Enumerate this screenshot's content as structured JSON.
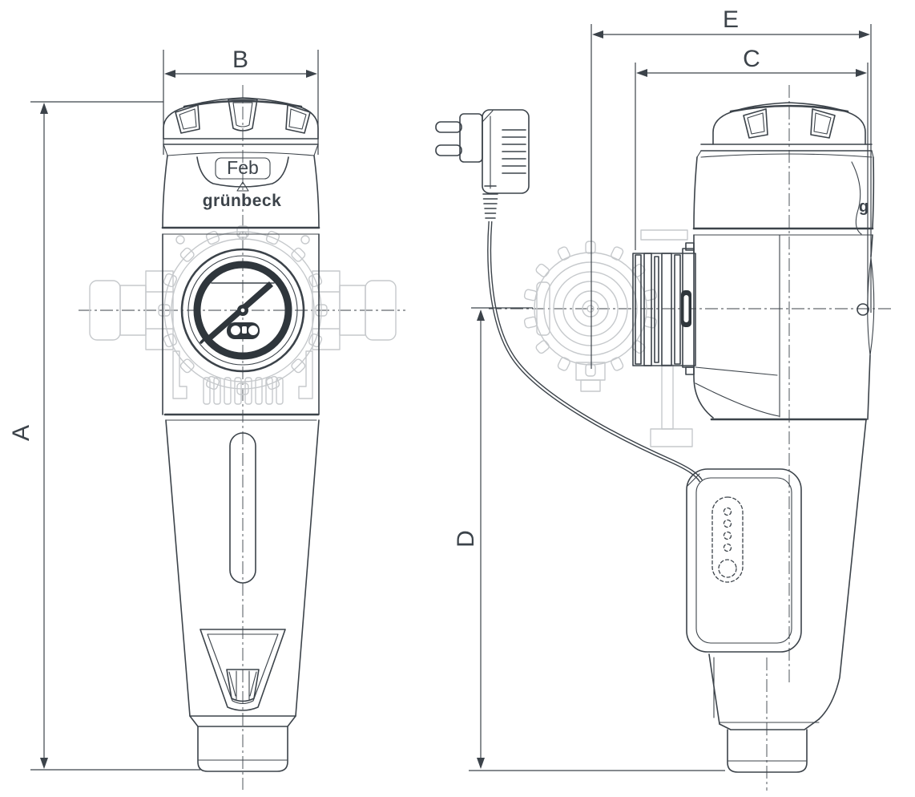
{
  "colors": {
    "line": "#3c434a",
    "dark": "#2f363c",
    "phantom": "#c6c9cc",
    "background": "#ffffff"
  },
  "dimensions": {
    "A": "A",
    "B": "B",
    "C": "C",
    "D": "D",
    "E": "E"
  },
  "product": {
    "display_month": "Feb",
    "brand": "grünbeck",
    "brand_side_partial": "g"
  }
}
